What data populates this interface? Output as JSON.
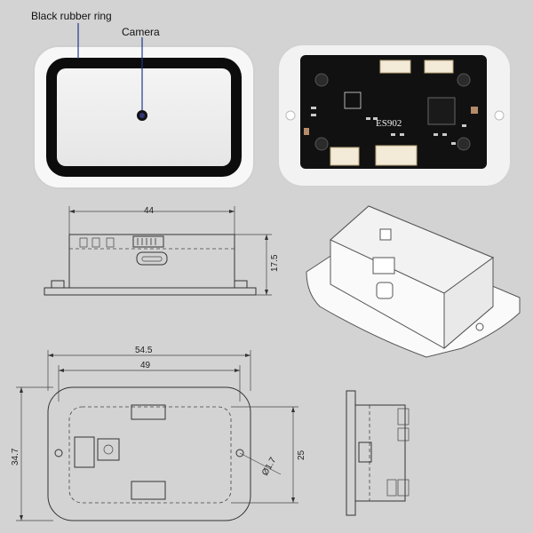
{
  "labels": {
    "ring": "Black rubber ring",
    "camera": "Camera"
  },
  "pcb": {
    "chip_text": "ES902"
  },
  "dimensions": {
    "top_width": "44",
    "top_height": "17.5",
    "outer_width": "54.5",
    "inner_width": "49",
    "outer_height": "34.7",
    "inner_height": "25",
    "hole_dia": "Ø1.7"
  }
}
